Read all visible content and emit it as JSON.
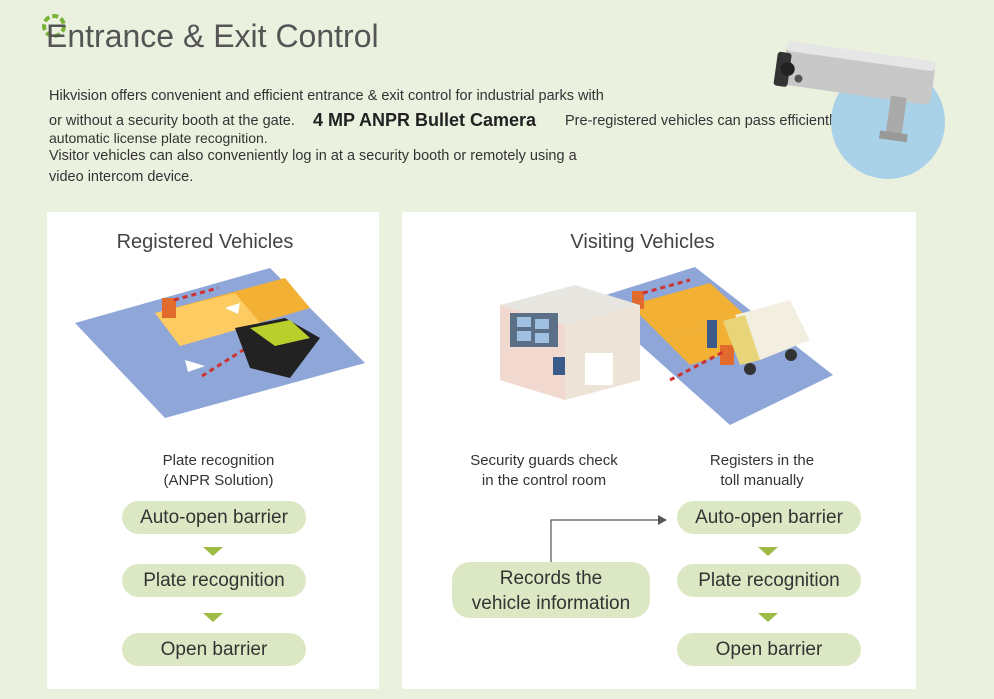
{
  "header": {
    "title": "Entrance & Exit Control",
    "intro_line1": "Hikvision offers convenient and efficient entrance & exit control for industrial parks with",
    "intro_line2_start": "or without a security booth at the gate.",
    "product_name": "4 MP ANPR Bullet Camera",
    "intro_line2_end": "Pre-registered vehicles can pass efficiently via",
    "intro_line3": "automatic license plate recognition.",
    "intro_line4": "Visitor vehicles can also conveniently log in at a security booth or remotely using a",
    "intro_line5": "video intercom device."
  },
  "registered": {
    "title": "Registered Vehicles",
    "caption_line1": "Plate recognition",
    "caption_line2": "(ANPR Solution)",
    "steps": [
      "Auto-open barrier",
      "Plate recognition",
      "Open barrier"
    ]
  },
  "visiting": {
    "title": "Visiting Vehicles",
    "guard_caption_line1": "Security guards check",
    "guard_caption_line2": "in the control room",
    "toll_caption_line1": "Registers in the",
    "toll_caption_line2": "toll manually",
    "records_line1": "Records the",
    "records_line2": "vehicle information",
    "steps": [
      "Auto-open barrier",
      "Plate recognition",
      "Open barrier"
    ]
  },
  "colors": {
    "background": "#ebf1df",
    "pill": "#dce8c4",
    "arrow": "#9dbb45",
    "ground": "#8fa6d8",
    "road": "#f2b134"
  }
}
